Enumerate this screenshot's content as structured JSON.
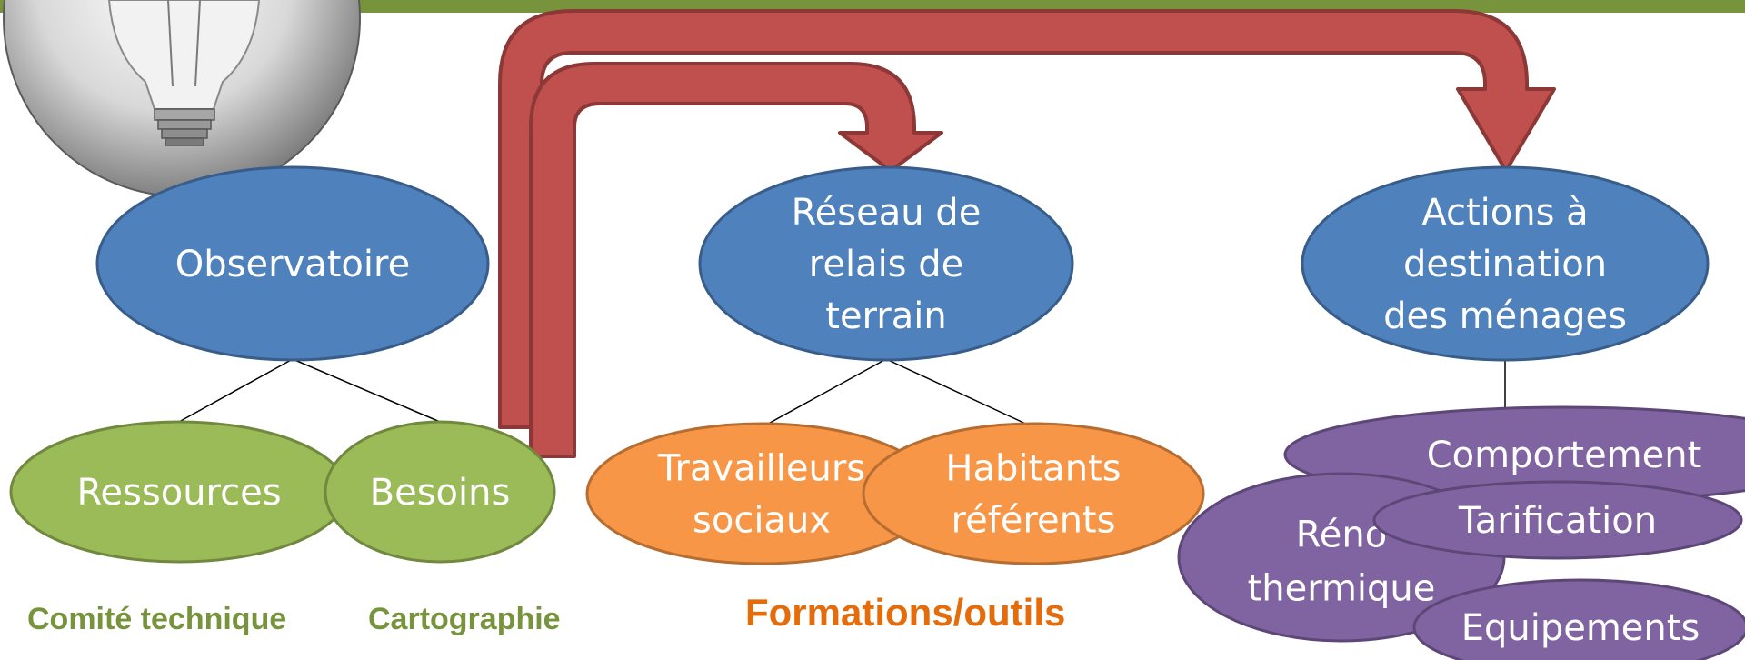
{
  "colors": {
    "top_bar": "#77933c",
    "blue_fill": "#4f81bd",
    "blue_stroke": "#385d8a",
    "green_fill": "#9bbb59",
    "green_stroke": "#71893f",
    "orange_fill": "#f79646",
    "orange_stroke": "#b66d31",
    "purple_fill": "#8064a2",
    "purple_stroke": "#5c4776",
    "arrow_fill": "#c0504d",
    "arrow_stroke": "#8c3836",
    "label_green": "#77933c",
    "label_orange": "#e46c0a"
  },
  "icons": {
    "lightbulb": "lightbulb-icon"
  },
  "nodes": {
    "observatoire": {
      "lines": [
        "Observatoire"
      ]
    },
    "reseau": {
      "lines": [
        "Réseau de",
        "relais de",
        "terrain"
      ]
    },
    "actions": {
      "lines": [
        "Actions à",
        "destination",
        "des ménages"
      ]
    },
    "ressources": {
      "lines": [
        "Ressources"
      ]
    },
    "besoins": {
      "lines": [
        "Besoins"
      ]
    },
    "travailleurs": {
      "lines": [
        "Travailleurs",
        "sociaux"
      ]
    },
    "habitants": {
      "lines": [
        "Habitants",
        "référents"
      ]
    },
    "comportement": {
      "lines": [
        "Comportement"
      ]
    },
    "reno": {
      "lines": [
        "Réno",
        "thermique"
      ]
    },
    "tarification": {
      "lines": [
        "Tarification"
      ]
    },
    "equipements": {
      "lines": [
        "Equipements"
      ]
    }
  },
  "labels": {
    "comite": "Comité technique",
    "cartographie": "Cartographie",
    "formations": "Formations/outils"
  }
}
